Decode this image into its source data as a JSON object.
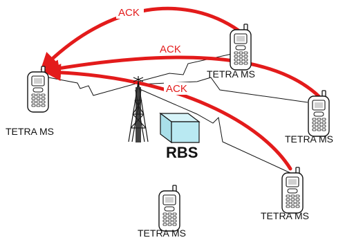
{
  "diagram": {
    "ack_labels": [
      "ACK",
      "ACK",
      "ACK"
    ],
    "station_label": "RBS",
    "terminals": {
      "left": "TETRA MS",
      "top_right": "TETRA MS",
      "right": "TETRA MS",
      "lower_right": "TETRA MS",
      "bottom": "TETRA MS"
    }
  },
  "colors": {
    "ack": "#e31b1b",
    "link": "#111111",
    "box_face": "#b9e9f2",
    "phone_body": "#ffffff",
    "phone_outline": "#111111"
  },
  "icons": [
    "mobile-phone-icon",
    "radio-tower-icon",
    "base-station-box-icon"
  ]
}
